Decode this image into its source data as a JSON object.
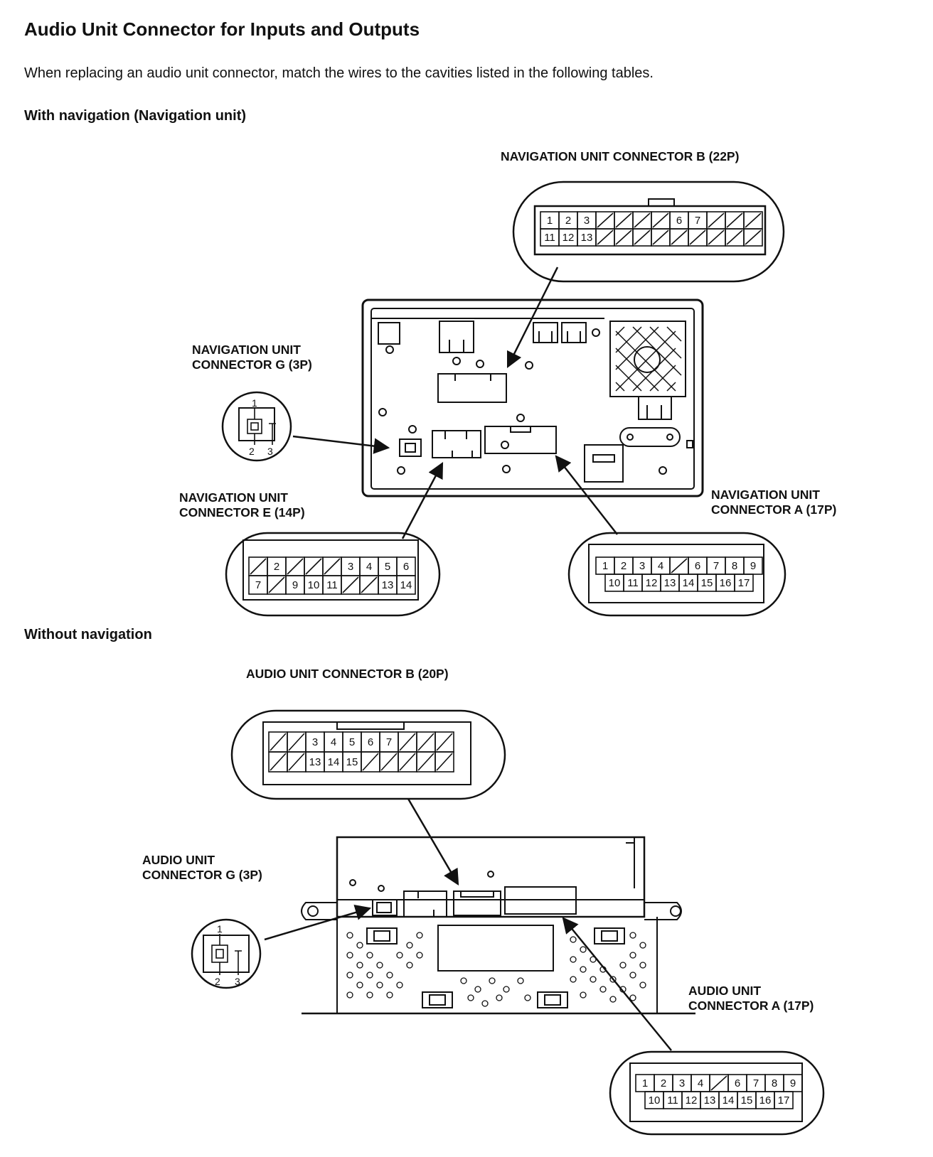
{
  "title": "Audio Unit Connector for Inputs and Outputs",
  "intro": "When replacing an audio unit connector, match the wires to the cavities listed in the following tables.",
  "sections": {
    "with_nav": "With navigation (Navigation unit)",
    "without_nav": "Without navigation"
  },
  "labels": {
    "nav_b": "NAVIGATION UNIT CONNECTOR B (22P)",
    "nav_g": "NAVIGATION UNIT\nCONNECTOR G (3P)",
    "nav_e": "NAVIGATION UNIT\nCONNECTOR E (14P)",
    "nav_a": "NAVIGATION UNIT\nCONNECTOR A (17P)",
    "aud_b": "AUDIO UNIT CONNECTOR B (20P)",
    "aud_g": "AUDIO UNIT\nCONNECTOR G (3P)",
    "aud_a": "AUDIO UNIT\nCONNECTOR A (17P)"
  },
  "connectors": {
    "nav_b": {
      "top": [
        "1",
        "2",
        "3",
        "",
        "",
        "",
        "",
        "6",
        "7",
        "",
        "",
        ""
      ],
      "bottom": [
        "11",
        "12",
        "13",
        "",
        "",
        "",
        "",
        "",
        "",
        "",
        "",
        ""
      ]
    },
    "nav_g": {
      "pins": [
        "1",
        "2",
        "3"
      ]
    },
    "nav_e": {
      "top": [
        "",
        "2",
        "",
        "",
        "",
        "3",
        "4",
        "5",
        "6"
      ],
      "bottom": [
        "7",
        "",
        "9",
        "10",
        "11",
        "",
        "",
        "13",
        "14"
      ]
    },
    "nav_a": {
      "top": [
        "1",
        "2",
        "3",
        "4",
        "",
        "6",
        "7",
        "8",
        "9"
      ],
      "bottom": [
        "10",
        "11",
        "12",
        "13",
        "14",
        "15",
        "16",
        "17"
      ]
    },
    "aud_b": {
      "top": [
        "",
        "",
        "3",
        "4",
        "5",
        "6",
        "7",
        "",
        "",
        ""
      ],
      "bottom": [
        "",
        "",
        "13",
        "14",
        "15",
        "",
        "",
        "",
        "",
        ""
      ]
    },
    "aud_g": {
      "pins": [
        "1",
        "2",
        "3"
      ]
    },
    "aud_a": {
      "top": [
        "1",
        "2",
        "3",
        "4",
        "",
        "6",
        "7",
        "8",
        "9"
      ],
      "bottom": [
        "10",
        "11",
        "12",
        "13",
        "14",
        "15",
        "16",
        "17"
      ]
    }
  }
}
